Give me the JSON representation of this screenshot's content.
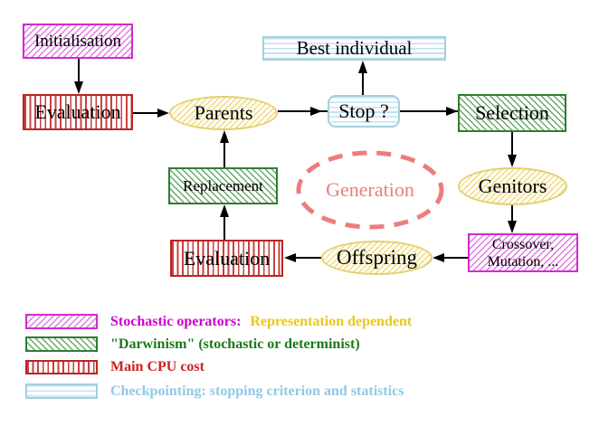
{
  "nodes": {
    "initialisation": "Initialisation",
    "evaluation_top": "Evaluation",
    "parents": "Parents",
    "best_individual": "Best individual",
    "stop": "Stop ?",
    "selection": "Selection",
    "genitors": "Genitors",
    "crossover_line1": "Crossover,",
    "crossover_line2": "Mutation, ...",
    "offspring": "Offspring",
    "evaluation_bottom": "Evaluation",
    "replacement": "Replacement",
    "generation": "Generation"
  },
  "legend": {
    "rows": [
      {
        "swatch": "magenta-diagonal-hatch",
        "label": "Stochastic operators:",
        "label2": "Representation dependent"
      },
      {
        "swatch": "green-diagonal-hatch",
        "label": "\"Darwinism\" (stochastic or determinist)"
      },
      {
        "swatch": "red-vertical-stripes",
        "label": "Main CPU cost"
      },
      {
        "swatch": "cyan-horizontal-stripes",
        "label": "Checkpointing: stopping criterion and statistics"
      }
    ]
  },
  "colors": {
    "magenta": "#cf2bcf",
    "green": "#2f7d2f",
    "red": "#b92525",
    "cyan_border": "#a3cfe0",
    "yellow_border": "#e4d06e",
    "yellow_fill": "#fffdf0",
    "salmon": "#ee7c7c",
    "magenta_text": "#cc00cc",
    "gold_text": "#e9c71f",
    "green_text": "#1a7a1a",
    "red_text": "#cc2222",
    "cyan_text": "#92c8e6",
    "arrow": "#000000"
  }
}
